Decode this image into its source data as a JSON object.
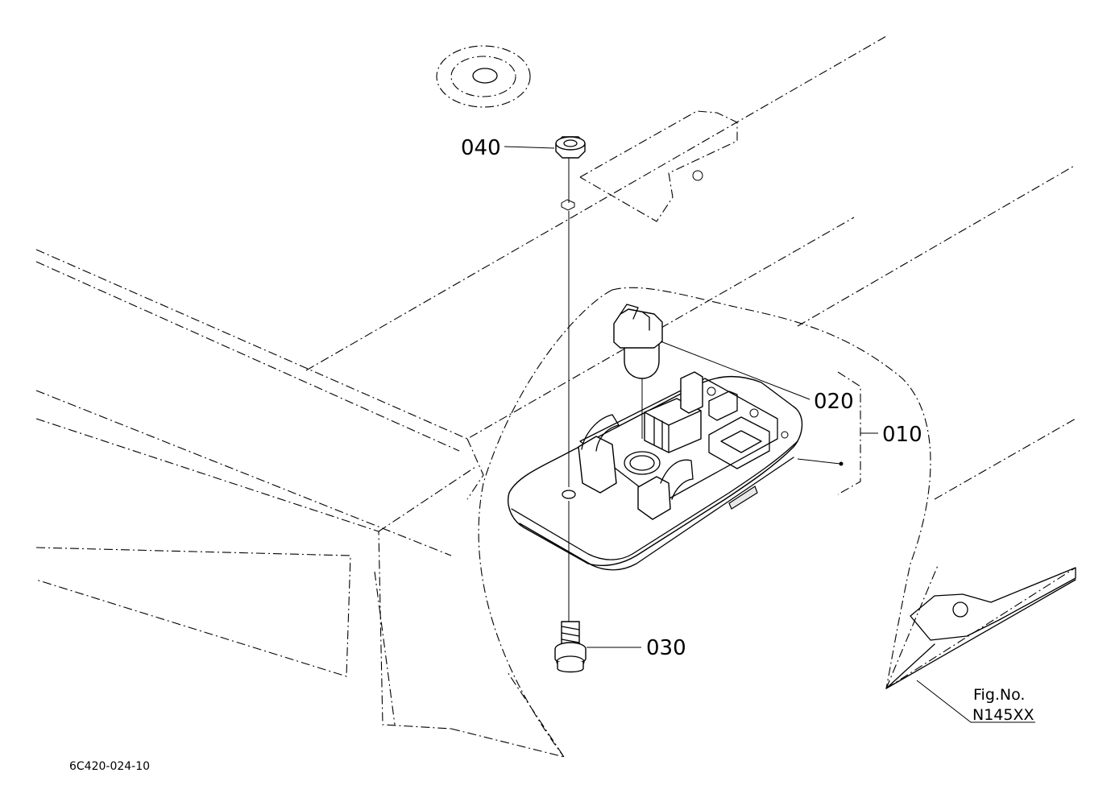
{
  "parts": {
    "p040": "040",
    "p020": "020",
    "p010": "010",
    "p030": "030"
  },
  "figure": {
    "label": "Fig.No.",
    "number": "N145XX"
  },
  "drawing_code": "6C420-024-10"
}
